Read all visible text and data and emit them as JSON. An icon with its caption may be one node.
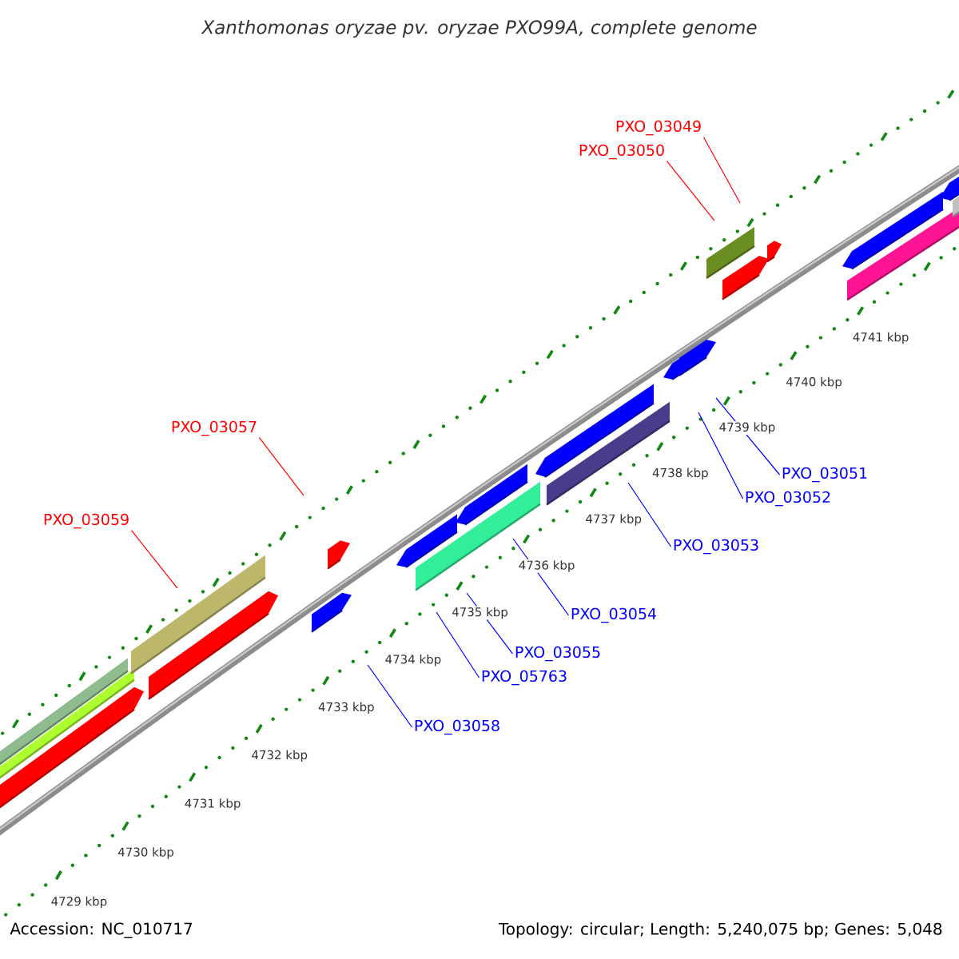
{
  "diagram": {
    "title": "Xanthomonas oryzae pv. oryzae PXO99A, complete genome",
    "nodes": [
      {
        "text": [
          "PXO_03049"
        ]
      },
      {
        "text": [
          "PXO_03050"
        ]
      },
      {
        "text": [
          "PXO_03057"
        ]
      },
      {
        "text": [
          "PXO_03051"
        ]
      },
      {
        "text": [
          "PXO_03052"
        ]
      },
      {
        "text": [
          "PXO_03059"
        ]
      },
      {
        "text": [
          "PXO_03053"
        ]
      },
      {
        "text": [
          "PXO_03054"
        ]
      },
      {
        "text": [
          "PXO_03055"
        ]
      },
      {
        "text": [
          "PXO_05763"
        ]
      },
      {
        "text": [
          "PXO_03058"
        ]
      }
    ],
    "edges": [
      {
        "from": 0,
        "to": null,
        "arrow": "none",
        "color": "#ff0000"
      },
      {
        "from": 1,
        "to": null,
        "arrow": "none",
        "color": "#ff0000"
      },
      {
        "from": 2,
        "to": null,
        "arrow": "none",
        "color": "#ff0000"
      },
      {
        "from": 3,
        "to": null,
        "arrow": "none"
      },
      {
        "from": 4,
        "to": null,
        "arrow": "none"
      },
      {
        "from": 5,
        "to": null,
        "arrow": "none",
        "color": "#ff0000"
      },
      {
        "from": 6,
        "to": null,
        "arrow": "none"
      },
      {
        "from": 7,
        "to": null,
        "arrow": "none"
      },
      {
        "from": 8,
        "to": null,
        "arrow": "none"
      },
      {
        "from": 9,
        "to": null,
        "arrow": "none"
      },
      {
        "from": 10,
        "to": null,
        "arrow": "none"
      }
    ],
    "labels": [
      "4729 kbp",
      "4730 kbp",
      "4731 kbp",
      "4732 kbp",
      "4733 kbp",
      "4734 kbp",
      "4735 kbp",
      "4736 kbp",
      "4737 kbp",
      "4738 kbp",
      "4739 kbp",
      "4740 kbp",
      "4741 kbp",
      "Accession: NC_010717",
      "Topology: circular; Length: 5,240,075 bp; Genes: 5,048"
    ]
  }
}
